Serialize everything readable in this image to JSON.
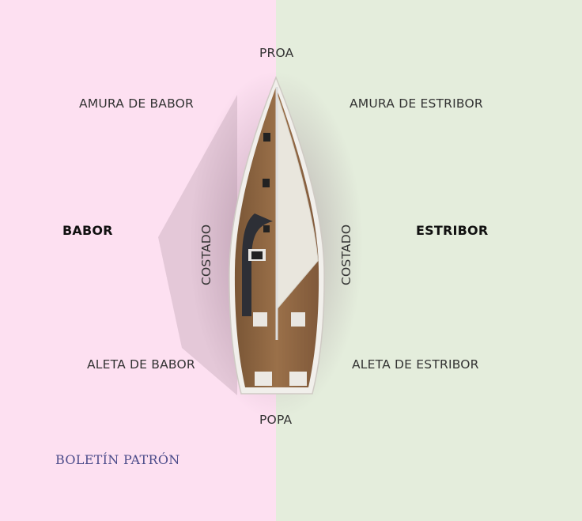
{
  "labels": {
    "bow": "PROA",
    "stern": "POPA",
    "port_bow": "AMURA DE BABOR",
    "starboard_bow": "AMURA DE ESTRIBOR",
    "port": "BABOR",
    "starboard": "ESTRIBOR",
    "side_left": "COSTADO",
    "side_right": "COSTADO",
    "port_quarter": "ALETA DE BABOR",
    "starboard_quarter": "ALETA DE ESTRIBOR"
  },
  "logo": {
    "text": "BOLETÍN PATRÓN"
  },
  "colors": {
    "port_background": "#fde0f1",
    "starboard_background": "#e4eddc",
    "logo": "#4b4b8a"
  }
}
